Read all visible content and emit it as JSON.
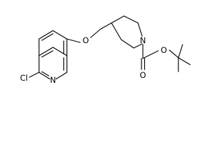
{
  "molecule": {
    "atom_labels": {
      "chlorine": "Cl",
      "ring_nitrogen": "N",
      "ether_oxygen": "O",
      "piperidine_nitrogen": "N",
      "carbonyl_oxygen": "O",
      "ester_oxygen": "O"
    }
  }
}
